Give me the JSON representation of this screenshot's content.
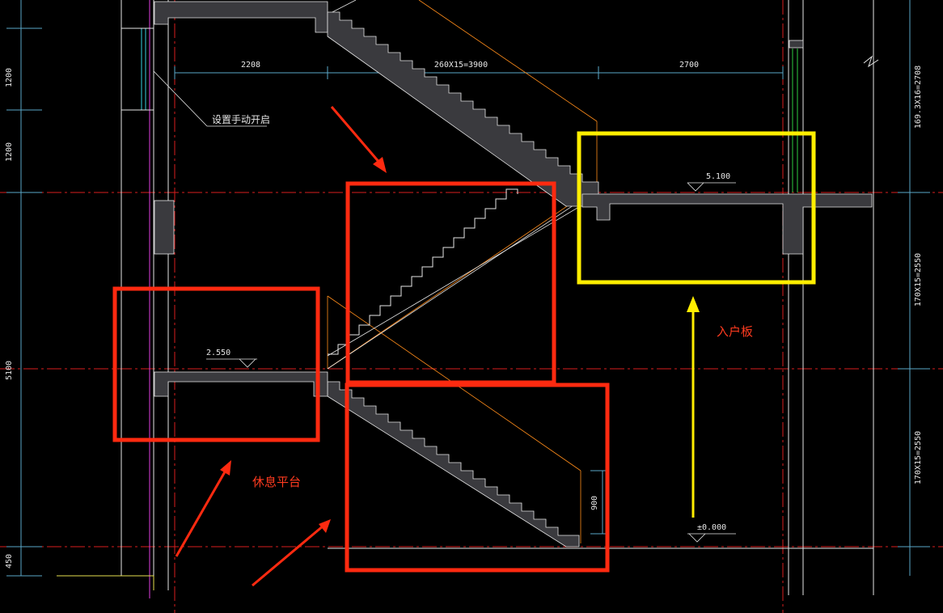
{
  "drawing": {
    "dimensions_top": [
      "2208",
      "260X15=3900",
      "2700"
    ],
    "dimensions_left": [
      "1200",
      "1200",
      "5100",
      "450"
    ],
    "dimensions_right": [
      "169.3X16=2708",
      "170X15=2550",
      "170X15=2550"
    ],
    "dimension_railing": "900",
    "elevations": [
      "5.100",
      "2.550",
      "±0.000"
    ],
    "note": "设置手动开启"
  },
  "annotations": {
    "entrance_slab": "入户板",
    "rest_platform": "休息平台"
  },
  "colors": {
    "red_box": "#ff2a10",
    "yellow_box": "#ffee00",
    "slab_fill": "#3a3a3e",
    "gridline": "#d81e1e"
  }
}
